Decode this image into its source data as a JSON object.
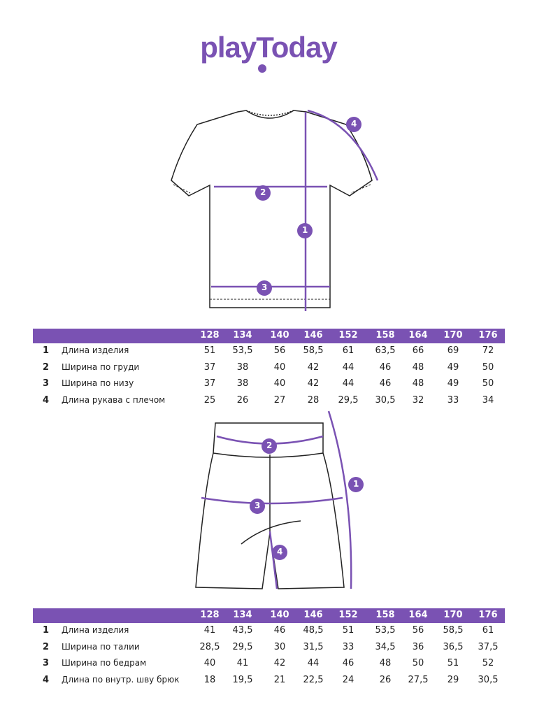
{
  "brand": "playToday",
  "colors": {
    "accent": "#7a52b3"
  },
  "top": {
    "sizes": [
      "128",
      "134",
      "140",
      "146",
      "152",
      "158",
      "164",
      "170",
      "176"
    ],
    "rows": [
      {
        "num": "1",
        "label": "Длина изделия",
        "values": [
          "51",
          "53,5",
          "56",
          "58,5",
          "61",
          "63,5",
          "66",
          "69",
          "72"
        ]
      },
      {
        "num": "2",
        "label": "Ширина по груди",
        "values": [
          "37",
          "38",
          "40",
          "42",
          "44",
          "46",
          "48",
          "49",
          "50"
        ]
      },
      {
        "num": "3",
        "label": "Ширина по низу",
        "values": [
          "37",
          "38",
          "40",
          "42",
          "44",
          "46",
          "48",
          "49",
          "50"
        ]
      },
      {
        "num": "4",
        "label": "Длина рукава с плечом",
        "values": [
          "25",
          "26",
          "27",
          "28",
          "29,5",
          "30,5",
          "32",
          "33",
          "34"
        ]
      }
    ]
  },
  "bottom": {
    "sizes": [
      "128",
      "134",
      "140",
      "146",
      "152",
      "158",
      "164",
      "170",
      "176"
    ],
    "rows": [
      {
        "num": "1",
        "label": "Длина изделия",
        "values": [
          "41",
          "43,5",
          "46",
          "48,5",
          "51",
          "53,5",
          "56",
          "58,5",
          "61"
        ]
      },
      {
        "num": "2",
        "label": "Ширина по талии",
        "values": [
          "28,5",
          "29,5",
          "30",
          "31,5",
          "33",
          "34,5",
          "36",
          "36,5",
          "37,5"
        ]
      },
      {
        "num": "3",
        "label": "Ширина по бедрам",
        "values": [
          "40",
          "41",
          "42",
          "44",
          "46",
          "48",
          "50",
          "51",
          "52"
        ]
      },
      {
        "num": "4",
        "label": "Длина по внутр. шву брюк",
        "values": [
          "18",
          "19,5",
          "21",
          "22,5",
          "24",
          "26",
          "27,5",
          "29",
          "30,5"
        ]
      }
    ]
  },
  "markers": {
    "tshirt": [
      "1",
      "2",
      "3",
      "4"
    ],
    "shorts": [
      "1",
      "2",
      "3",
      "4"
    ]
  }
}
